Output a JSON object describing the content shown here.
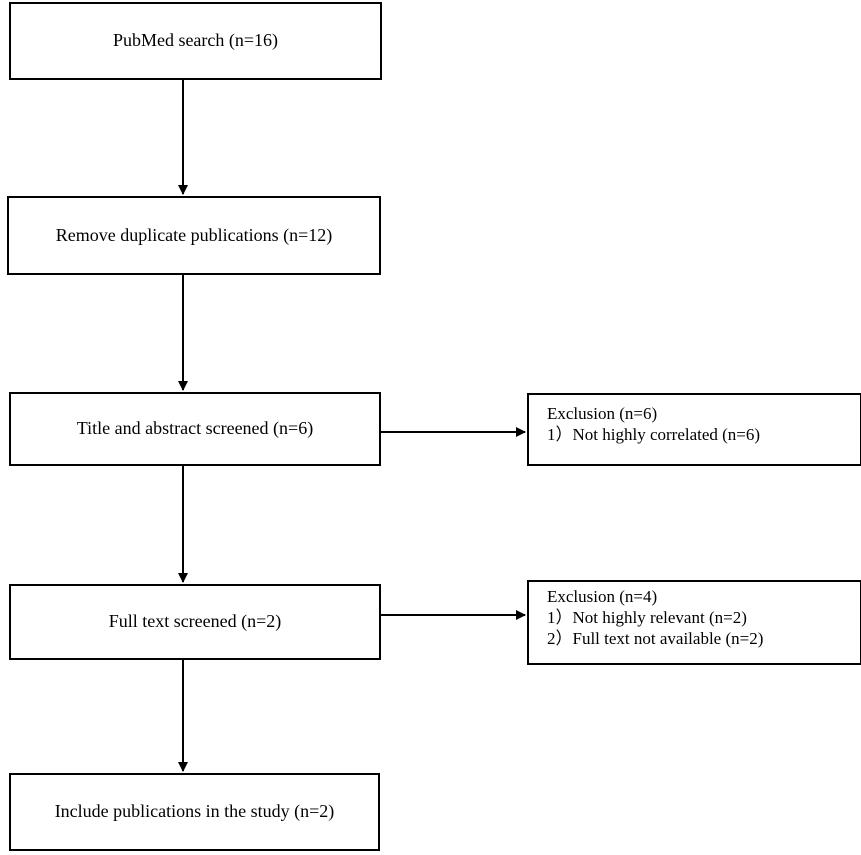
{
  "steps": [
    {
      "label": "PubMed search (n=16)"
    },
    {
      "label": "Remove duplicate publications (n=12)"
    },
    {
      "label": "Title and abstract screened (n=6)"
    },
    {
      "label": "Full text screened (n=2)"
    },
    {
      "label": "Include publications in the study (n=2)"
    }
  ],
  "exclusions": [
    {
      "title": "Exclusion (n=6)",
      "reasons": [
        "1）Not highly correlated (n=6)"
      ]
    },
    {
      "title": "Exclusion (n=4)",
      "reasons": [
        "1）Not highly relevant (n=2)",
        "2）Full text not available (n=2)"
      ]
    }
  ]
}
